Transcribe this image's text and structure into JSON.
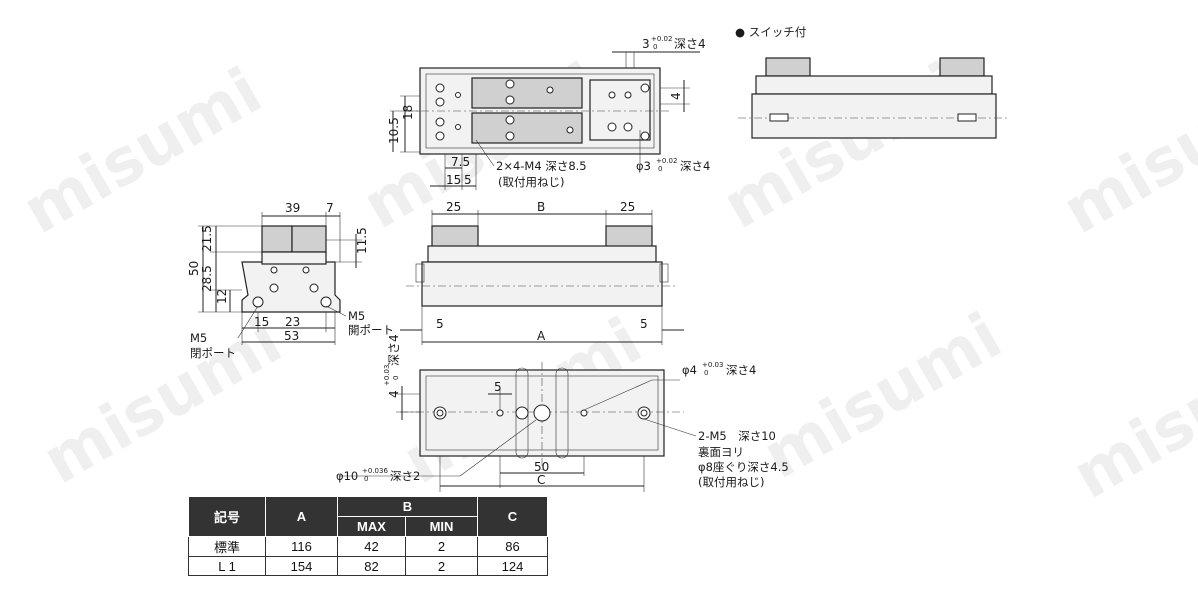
{
  "watermark": "misumi",
  "switch_label": "● スイッチ付",
  "top_view": {
    "dim_3_depth4": "3",
    "dim_3_tol": "+0.02",
    "dim_3_tol2": "0",
    "dim_3_depth_suffix": "深さ4",
    "dim_4": "4",
    "dim_18": "18",
    "dim_10_5": "10.5",
    "dim_7_5": "7.5",
    "dim_15": "15",
    "dim_5": "5",
    "note_m4": "2×4-M4 深さ8.5",
    "note_m4_sub": "(取付用ねじ)",
    "note_phi3": "φ3",
    "note_phi3_tol": "+0.02",
    "note_phi3_tol2": "0",
    "note_phi3_suffix": "深さ4"
  },
  "side_view": {
    "dim_39": "39",
    "dim_7": "7",
    "dim_21_5": "21.5",
    "dim_11_5": "11.5",
    "dim_50": "50",
    "dim_28_5": "28.5",
    "dim_12": "12",
    "dim_15": "15",
    "dim_23": "23",
    "dim_53": "53",
    "m5_left": "M5",
    "m5_left_sub": "閉ポート",
    "m5_right": "M5",
    "m5_right_sub": "開ポート"
  },
  "front_view": {
    "dim_25_left": "25",
    "dim_B": "B",
    "dim_25_right": "25",
    "dim_5_left": "5",
    "dim_5_right": "5",
    "dim_A": "A"
  },
  "bottom_view": {
    "dim_4_vert": "4",
    "dim_4_vert_tol": "+0.03",
    "dim_4_vert_tol2": "0",
    "dim_4_vert_suffix": "深さ4",
    "dim_5": "5",
    "note_phi4": "φ4",
    "note_phi4_tol": "+0.03",
    "note_phi4_tol2": "0",
    "note_phi4_suffix": "深さ4",
    "note_m5_line1": "2-M5　深さ10",
    "note_m5_line2": "裏面ヨリ",
    "note_m5_line3": "φ8座ぐり深さ4.5",
    "note_m5_line4": "(取付用ねじ)",
    "note_phi10": "φ10",
    "note_phi10_tol": "+0.036",
    "note_phi10_tol2": "0",
    "note_phi10_suffix": "深さ2",
    "dim_50": "50",
    "dim_C": "C"
  },
  "spec_table": {
    "headers": {
      "symbol": "記号",
      "a": "A",
      "b": "B",
      "b_max": "MAX",
      "b_min": "MIN",
      "c": "C"
    },
    "rows": [
      {
        "name": "標準",
        "a": "116",
        "b_max": "42",
        "b_min": "2",
        "c": "86"
      },
      {
        "name": "L 1",
        "a": "154",
        "b_max": "82",
        "b_min": "2",
        "c": "124"
      }
    ]
  }
}
